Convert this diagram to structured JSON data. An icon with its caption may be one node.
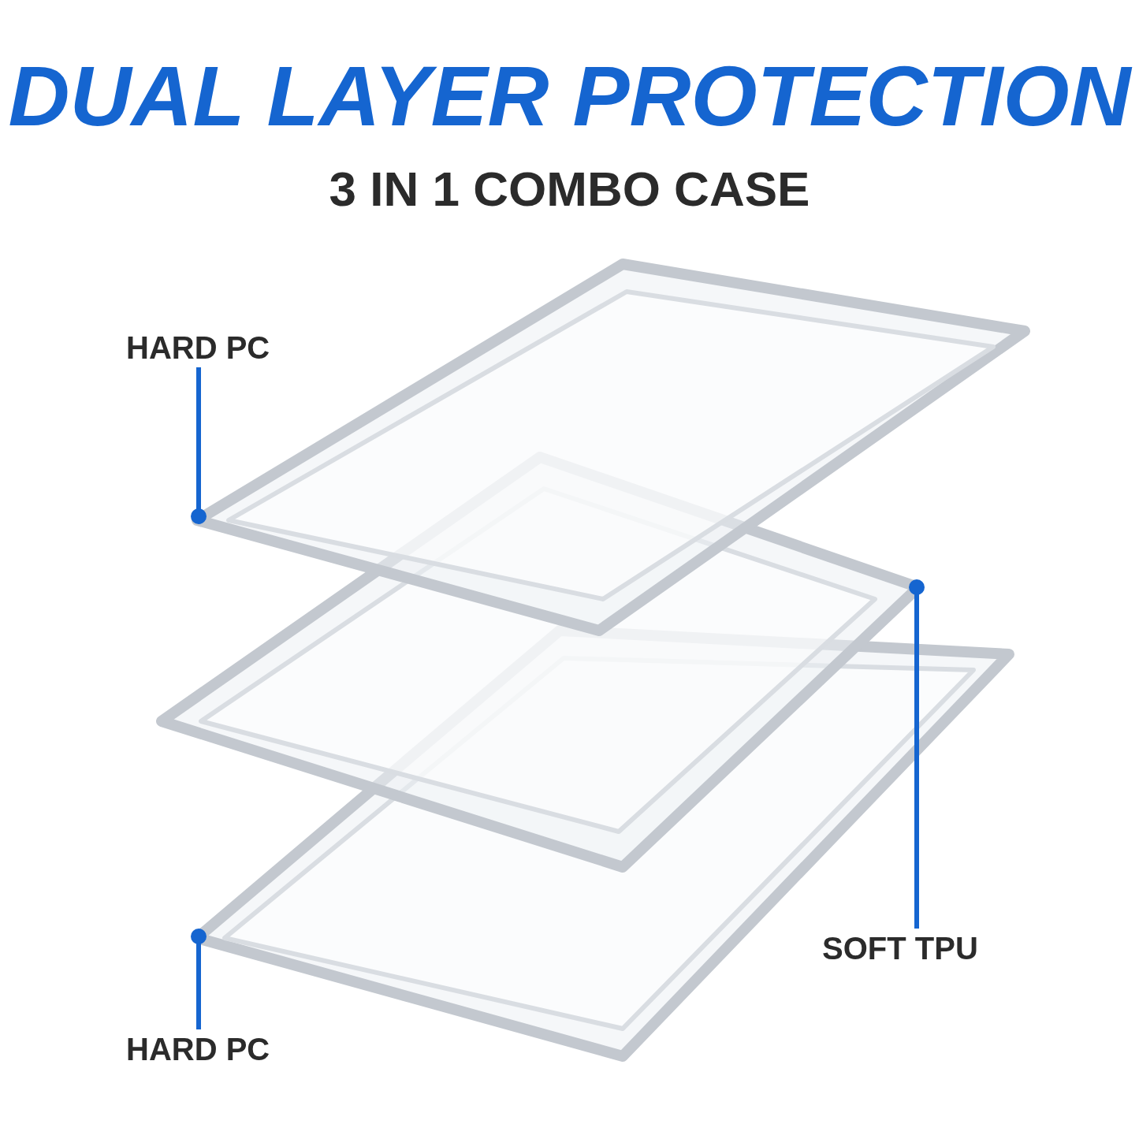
{
  "diagram": {
    "title": "DUAL LAYER PROTECTION",
    "nodes": [
      {
        "text": [
          "HARD PC"
        ]
      },
      {
        "text": [],
        "shape": "picture"
      },
      {
        "text": [
          "SOFT TPU"
        ]
      },
      {
        "text": [],
        "shape": "picture"
      },
      {
        "text": [
          "HARD PC"
        ]
      },
      {
        "text": [],
        "shape": "picture"
      }
    ],
    "edges": [
      {
        "from": 0,
        "to": 1,
        "arrow": "other"
      },
      {
        "from": 2,
        "to": 3,
        "arrow": "other"
      },
      {
        "from": 4,
        "to": 5,
        "arrow": "other"
      }
    ],
    "labels": [
      "3 IN 1 COMBO CASE"
    ]
  }
}
